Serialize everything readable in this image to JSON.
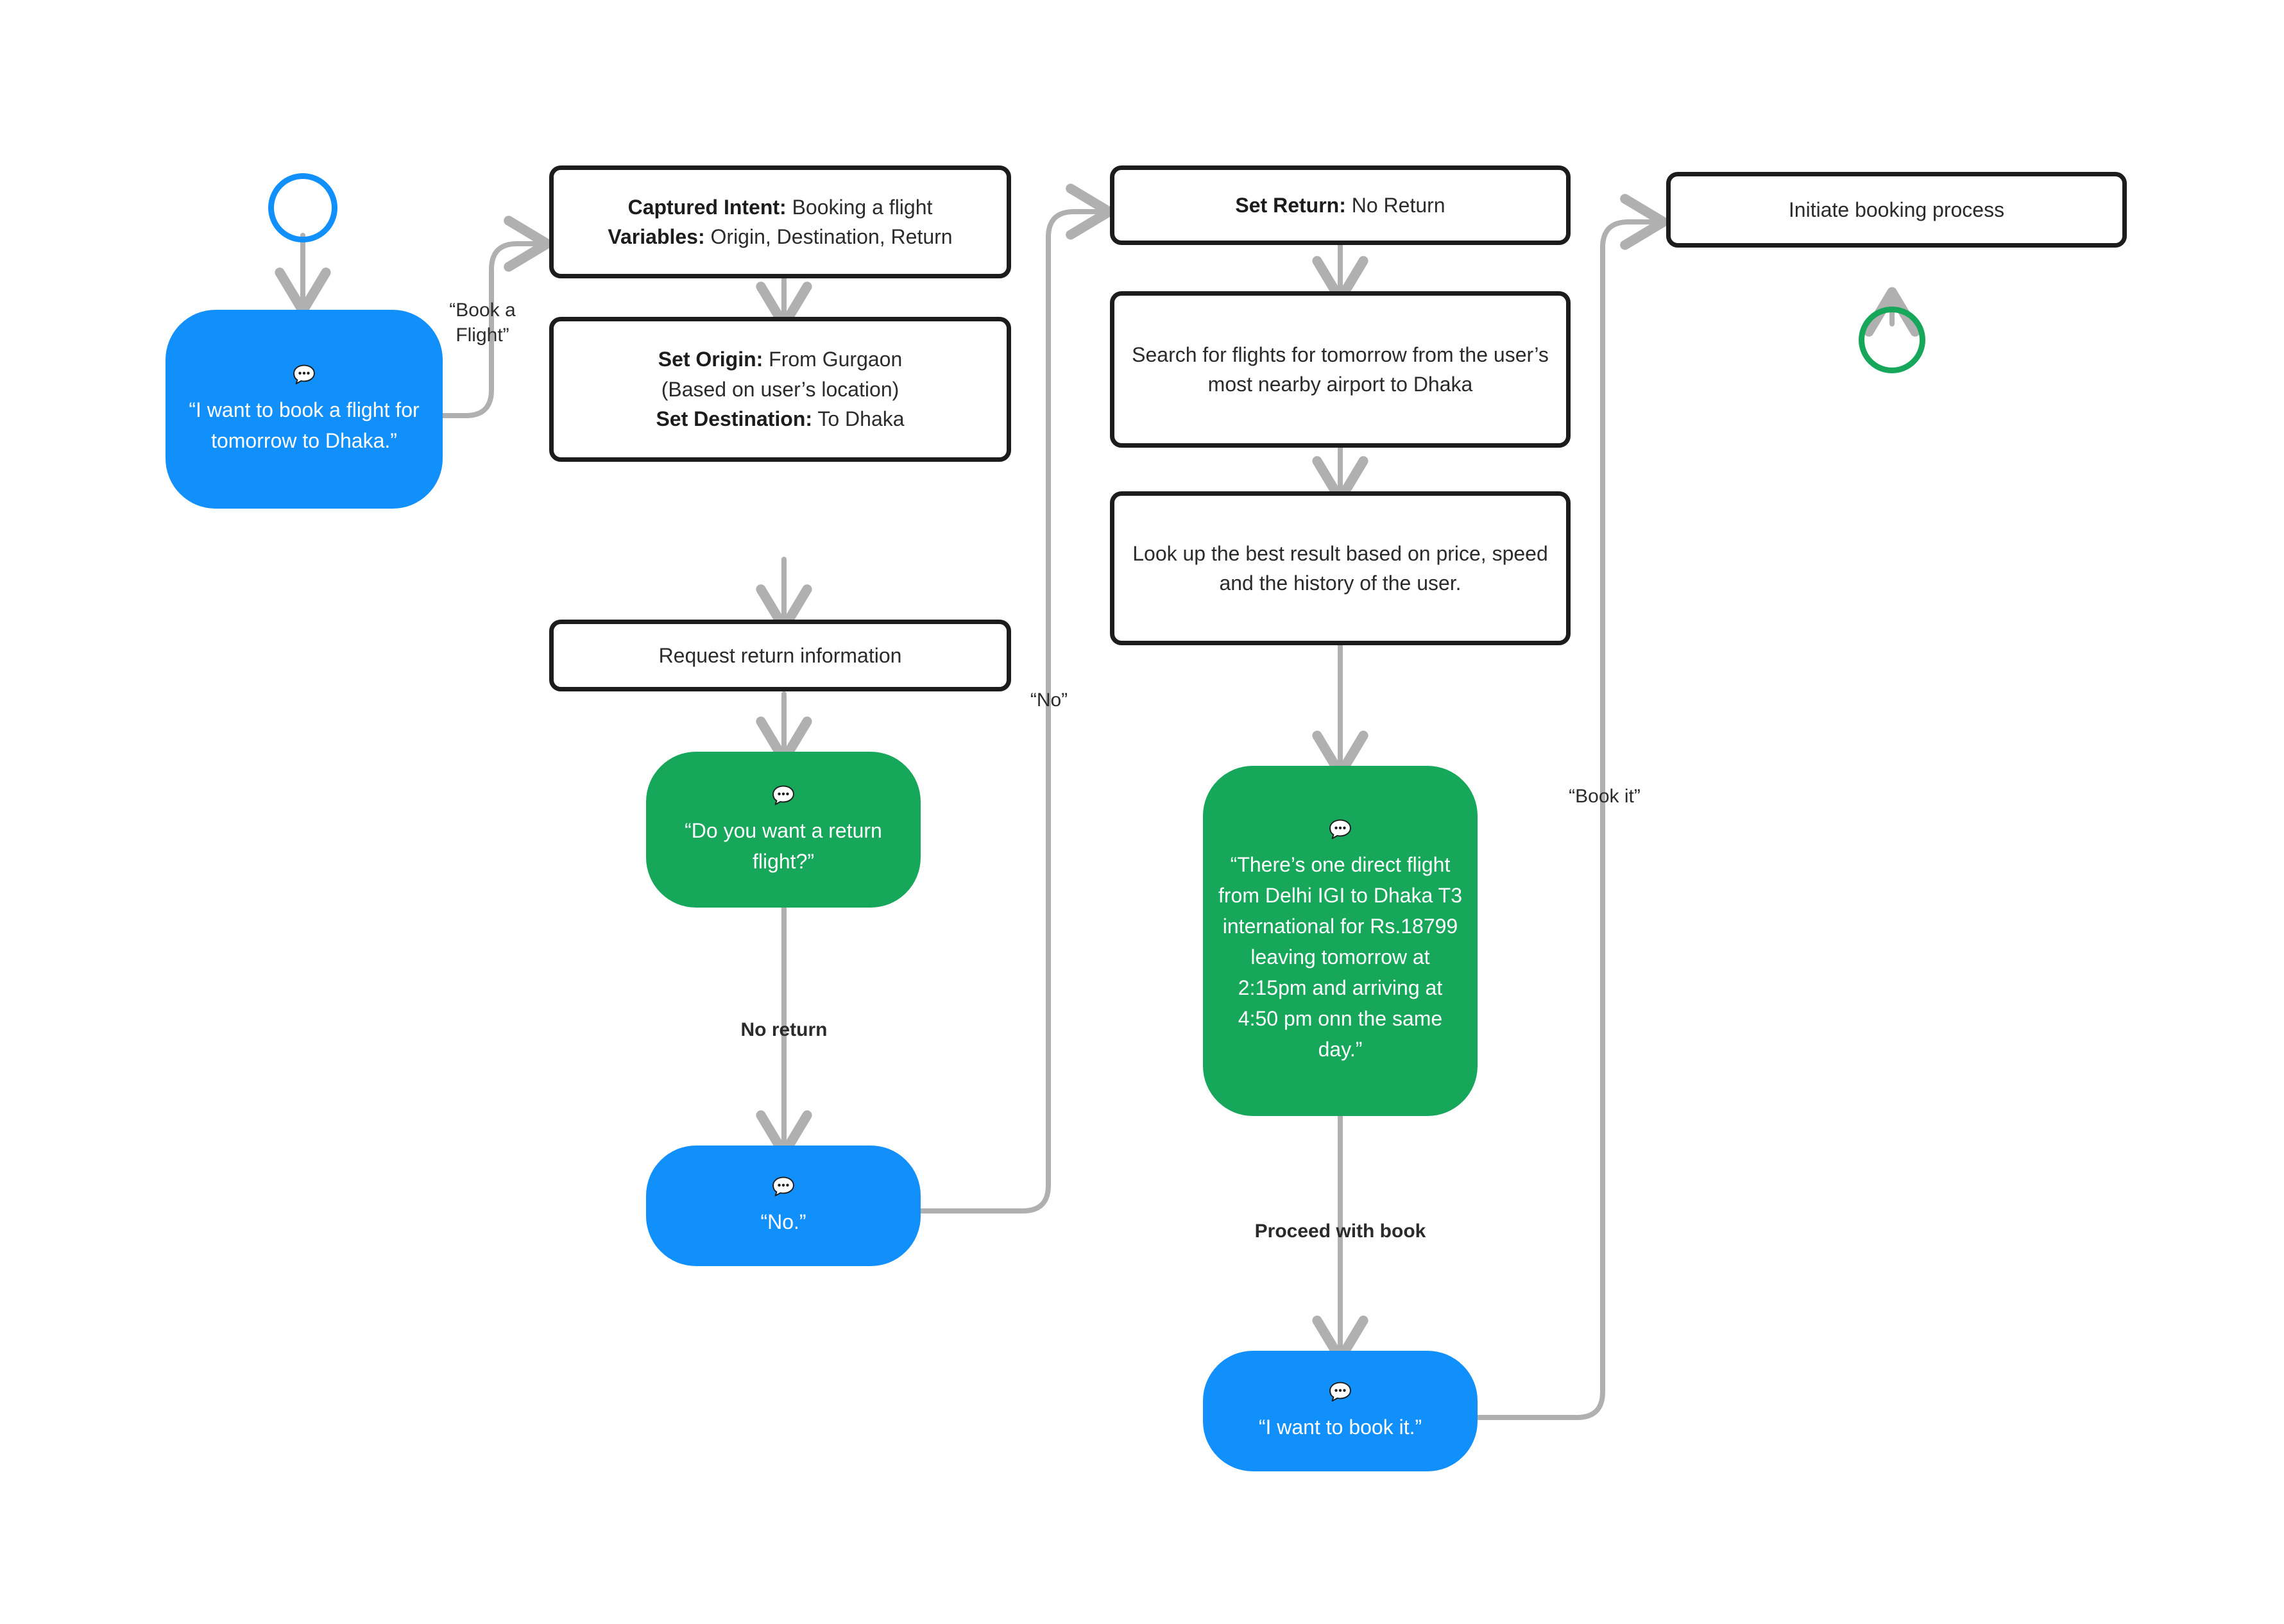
{
  "diagram": {
    "title": "Conversational flight booking flow",
    "colors": {
      "user_blue": "#1190fc",
      "assistant_green": "#16a75a",
      "connector_gray": "#b0b0b0",
      "box_border": "#1c1c1c",
      "text_dark": "#2b2b2b"
    }
  },
  "nodes": {
    "start_circle": {
      "kind": "terminator",
      "label": ""
    },
    "user_request": {
      "kind": "user-message",
      "icon": "chat-bubble-icon",
      "text": "“I want to book a flight for tomorrow to Dhaka.”"
    },
    "captured_intent": {
      "kind": "process",
      "line1_bold": "Captured Intent:",
      "line1_rest": " Booking a flight",
      "line2_bold": "Variables:",
      "line2_rest": " Origin, Destination, Return"
    },
    "set_origin": {
      "kind": "process",
      "line1_bold": "Set Origin:",
      "line1_rest": " From Gurgaon",
      "line2_rest": "(Based on user’s location)",
      "line3_bold": "Set Destination:",
      "line3_rest": " To Dhaka"
    },
    "request_return": {
      "kind": "process",
      "text": "Request return information"
    },
    "ask_return": {
      "kind": "assistant-message",
      "icon": "chat-bubble-icon",
      "text": "“Do you want a return flight?”"
    },
    "user_no": {
      "kind": "user-message",
      "icon": "chat-bubble-icon",
      "text": "“No.”"
    },
    "set_return": {
      "kind": "process",
      "line1_bold": "Set Return:",
      "line1_rest": " No Return"
    },
    "search_flights": {
      "kind": "process",
      "text": "Search for flights for tomorrow from the user’s most nearby airport to Dhaka"
    },
    "look_up_best": {
      "kind": "process",
      "text": "Look up the best result based on price, speed and the history of the user."
    },
    "flight_offer": {
      "kind": "assistant-message",
      "icon": "chat-bubble-icon",
      "text": "“There’s one direct flight from Delhi IGI to Dhaka T3 international for Rs.18799 leaving tomorrow at 2:15pm and arriving at 4:50 pm onn the same day.”"
    },
    "user_book_it": {
      "kind": "user-message",
      "icon": "chat-bubble-icon",
      "text": "“I want to book it.”"
    },
    "initiate_booking": {
      "kind": "process",
      "text": "Initiate booking process"
    },
    "end_circle": {
      "kind": "terminator",
      "label": ""
    }
  },
  "edge_labels": {
    "book_a_flight": "“Book a\nFlight”",
    "no_return": "No return",
    "no_quoted": "“No”",
    "proceed_with_book": "Proceed with book",
    "book_it": "“Book it”"
  }
}
